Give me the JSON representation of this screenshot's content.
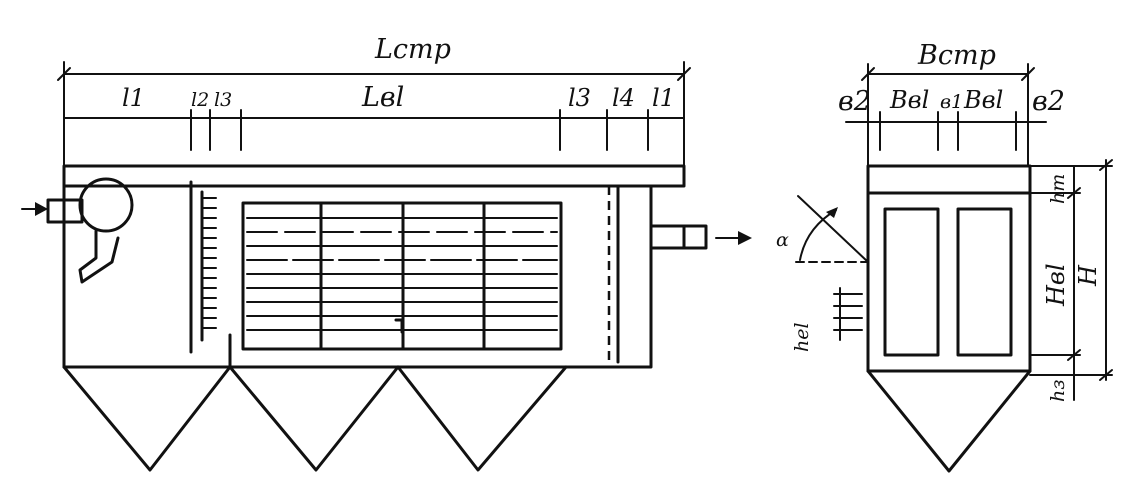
{
  "colors": {
    "ink": "#111111",
    "paper": "#ffffff"
  },
  "side_view": {
    "total_length_label": "Lстр",
    "segments": {
      "l1": "l1",
      "l2": "l2",
      "l3a": "l3",
      "active_length": "Lвl",
      "l3b": "l3",
      "l4": "l4",
      "l_end": "l1"
    },
    "hopper_count": 3
  },
  "front_view": {
    "total_width_label": "Встр",
    "segments": {
      "b2_left": "в2",
      "field_width_a": "Ввl",
      "b1": "в1",
      "field_width_b": "Ввl",
      "b2_right": "в2"
    },
    "height_labels": {
      "top_gap": "hт",
      "field_height": "Нвl",
      "total_height": "Н",
      "bottom_gap": "hз",
      "element_step": "hel",
      "angle": "α"
    }
  }
}
